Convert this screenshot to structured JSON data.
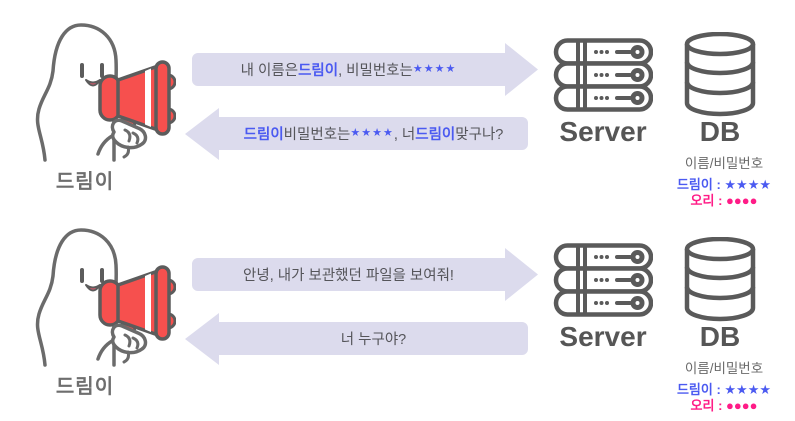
{
  "colors": {
    "accent_blue": "#4b5af1",
    "accent_pink": "#ff1c87",
    "megaphone_red": "#f6504e",
    "arrow_fill": "#dcdbed",
    "icon_outline": "#5a5a5a",
    "text_gray": "#55555a"
  },
  "scenes": [
    {
      "actor_label": "드림이",
      "request": {
        "segments": [
          {
            "text": "내 이름은 "
          },
          {
            "text": "드림이",
            "accent": true
          },
          {
            "text": ", 비밀번호는 "
          },
          {
            "text": "★★★★",
            "accent": true
          }
        ]
      },
      "response": {
        "segments": [
          {
            "text": "드림이",
            "accent": true
          },
          {
            "text": " 비밀번호는 "
          },
          {
            "text": "★★★★",
            "accent": true
          },
          {
            "text": ", 너 "
          },
          {
            "text": "드림이",
            "accent": true
          },
          {
            "text": " 맞구나?"
          }
        ]
      },
      "server_label": "Server",
      "db_label": "DB",
      "db": {
        "header": "이름/비밀번호",
        "rows": [
          "드림이 : ★★★★",
          "오리 : ●●●●"
        ]
      }
    },
    {
      "actor_label": "드림이",
      "request": {
        "segments": [
          {
            "text": "안녕, 내가 보관했던 파일을 보여줘!"
          }
        ]
      },
      "response": {
        "segments": [
          {
            "text": "너 누구야?"
          }
        ]
      },
      "server_label": "Server",
      "db_label": "DB",
      "db": {
        "header": "이름/비밀번호",
        "rows": [
          "드림이 : ★★★★",
          "오리 : ●●●●"
        ]
      }
    }
  ]
}
